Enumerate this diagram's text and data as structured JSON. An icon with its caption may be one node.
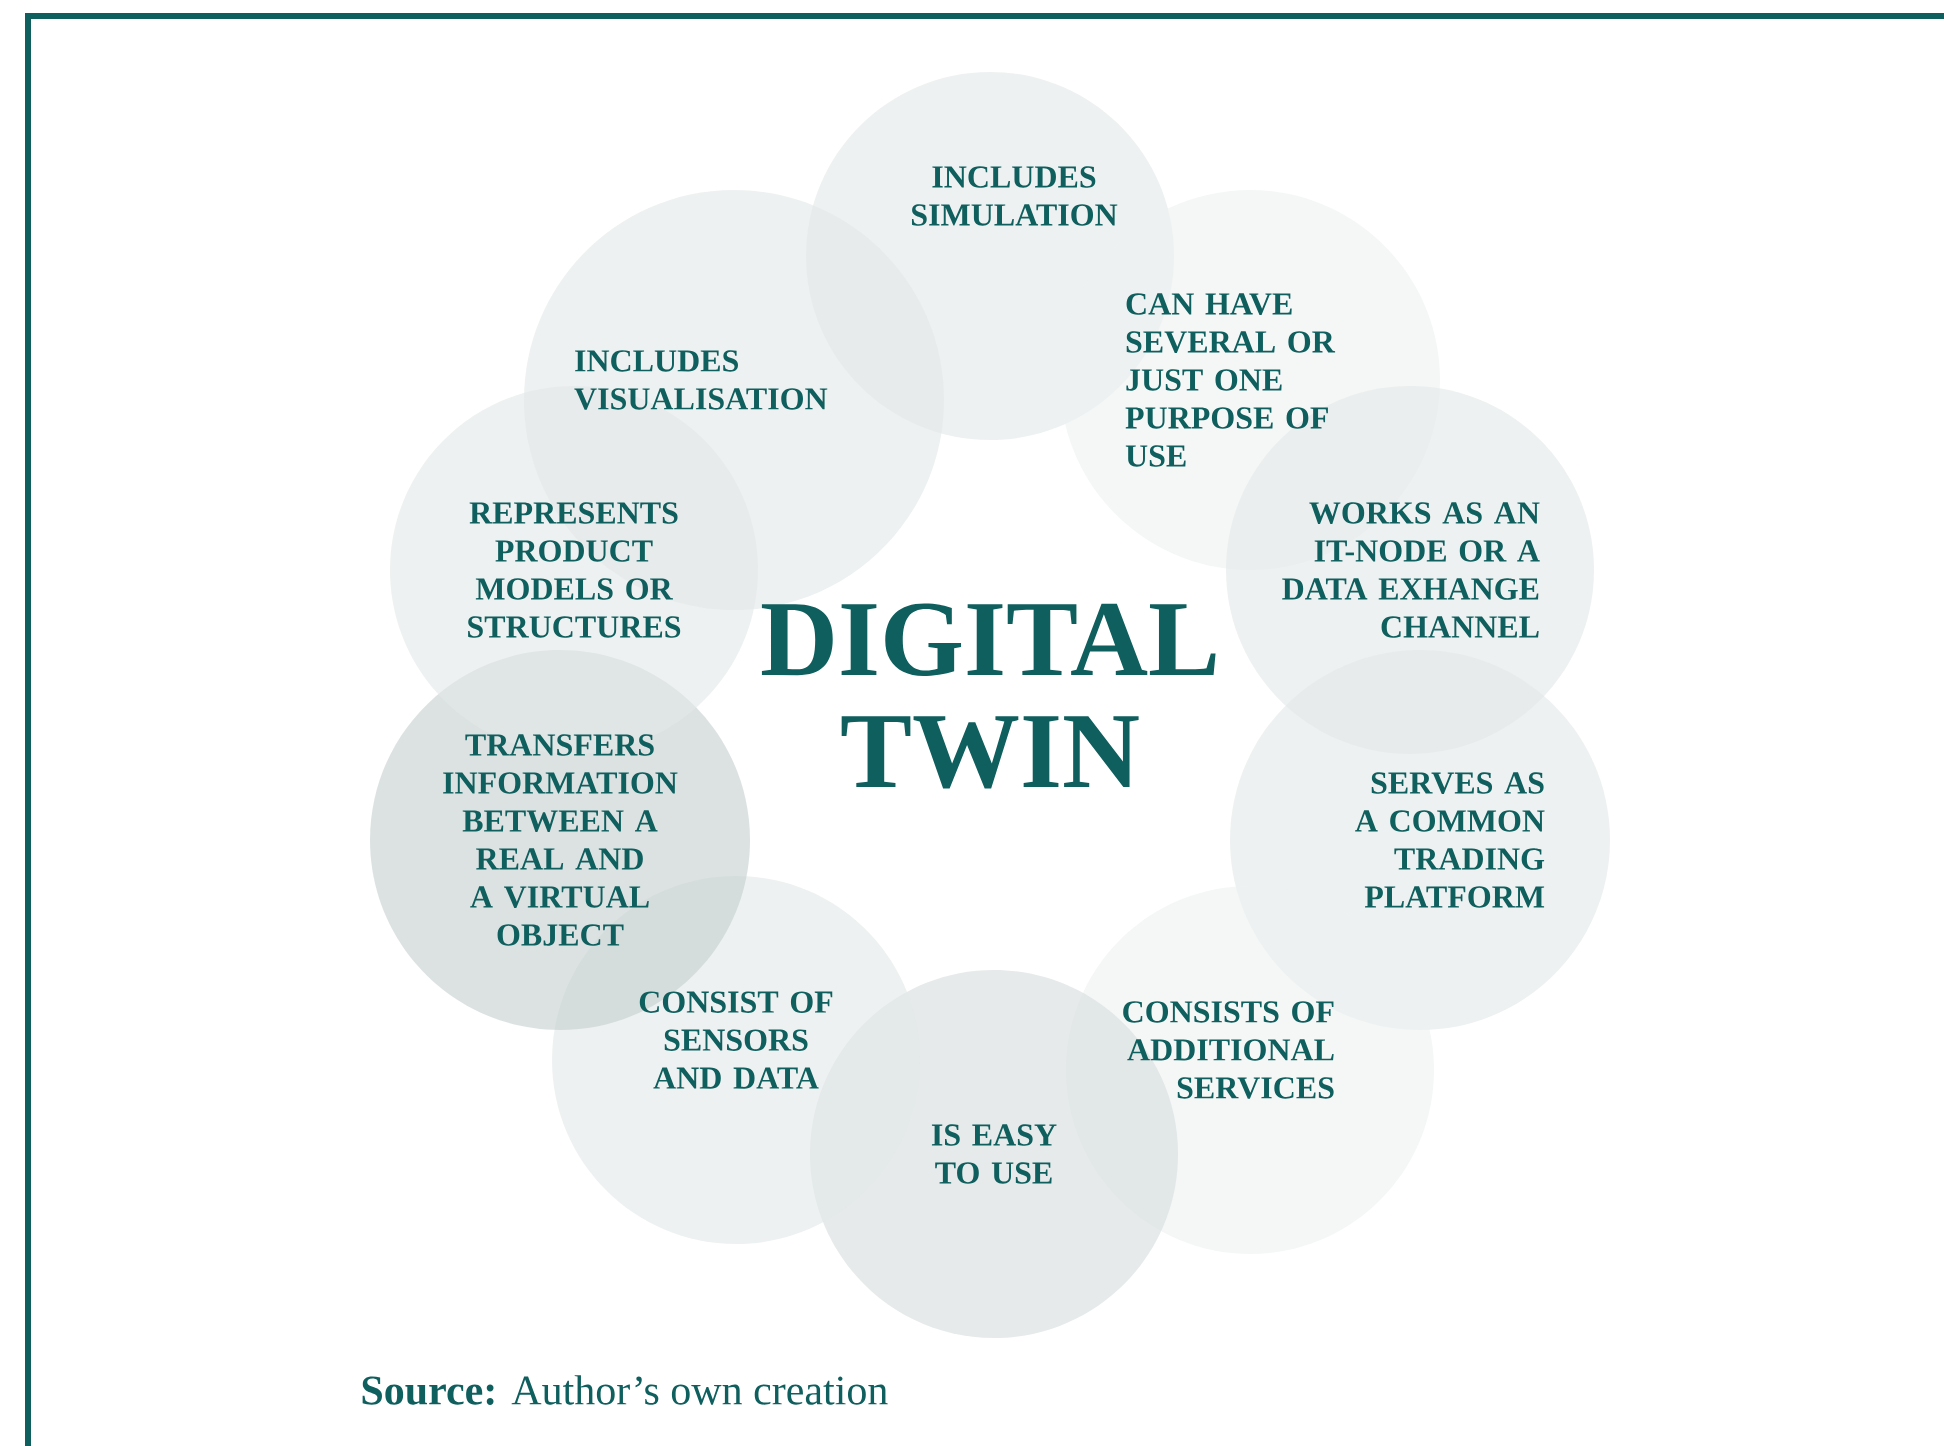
{
  "diagram": {
    "caption": "**Source:** Author’s own creation",
    "nodes": [
      {
        "text": [
          "INCLUDES SIMULATION"
        ]
      },
      {
        "text": [
          "CAN HAVE SEVERAL OR JUST ONE PURPOSE OF USE"
        ]
      },
      {
        "text": [
          "WORKS AS AN IT-NODE OR A DATA EXHANGE CHANNEL"
        ]
      },
      {
        "text": [
          "SERVES AS A COMMON TRADING PLATFORM"
        ]
      },
      {
        "text": [
          "CONSISTS OF ADDITIONAL SERVICES"
        ]
      },
      {
        "text": [
          "IS EASY TO USE"
        ]
      },
      {
        "text": [
          "CONSIST OF SENSORS AND DATA"
        ]
      },
      {
        "text": [
          "TRANSFERS INFORMATION BETWEEN A REAL AND A VIRTUAL OBJECT"
        ]
      },
      {
        "text": [
          "REPRESENTS PRODUCT MODELS OR STRUCTURES"
        ]
      },
      {
        "text": [
          "INCLUDES VISUALISATION"
        ]
      }
    ],
    "labels": [
      "DIGITAL TWIN"
    ]
  }
}
